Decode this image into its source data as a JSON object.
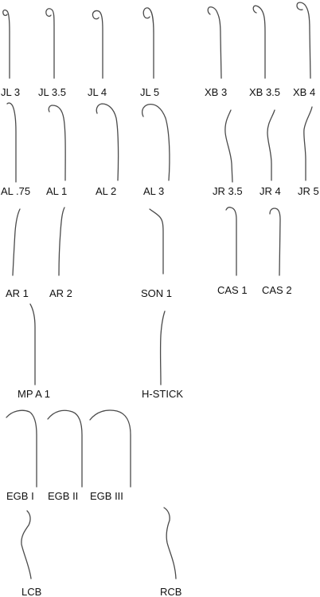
{
  "catheters": [
    {
      "id": "jl3",
      "label": "JL 3"
    },
    {
      "id": "jl35",
      "label": "JL 3.5"
    },
    {
      "id": "jl4",
      "label": "JL 4"
    },
    {
      "id": "jl5",
      "label": "JL 5"
    },
    {
      "id": "xb3",
      "label": "XB 3"
    },
    {
      "id": "xb35",
      "label": "XB 3.5"
    },
    {
      "id": "xb4",
      "label": "XB 4"
    },
    {
      "id": "al075",
      "label": "AL .75"
    },
    {
      "id": "al1",
      "label": "AL 1"
    },
    {
      "id": "al2",
      "label": "AL 2"
    },
    {
      "id": "al3",
      "label": "AL 3"
    },
    {
      "id": "jr35",
      "label": "JR 3.5"
    },
    {
      "id": "jr4",
      "label": "JR 4"
    },
    {
      "id": "jr5",
      "label": "JR 5"
    },
    {
      "id": "ar1",
      "label": "AR 1"
    },
    {
      "id": "ar2",
      "label": "AR 2"
    },
    {
      "id": "son1",
      "label": "SON 1"
    },
    {
      "id": "cas1",
      "label": "CAS 1"
    },
    {
      "id": "cas2",
      "label": "CAS 2"
    },
    {
      "id": "mpa1",
      "label": "MP A 1"
    },
    {
      "id": "hstick",
      "label": "H-STICK"
    },
    {
      "id": "egb1",
      "label": "EGB I"
    },
    {
      "id": "egb2",
      "label": "EGB II"
    },
    {
      "id": "egb3",
      "label": "EGB III"
    },
    {
      "id": "lcb",
      "label": "LCB"
    },
    {
      "id": "rcb",
      "label": "RCB"
    }
  ]
}
